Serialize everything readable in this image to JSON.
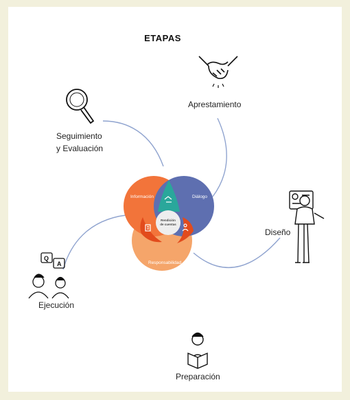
{
  "title": "ETAPAS",
  "stages": {
    "apresto": "Aprestamiento",
    "seguimiento_1": "Seguimiento",
    "seguimiento_2": "y Evaluación",
    "diseno": "Diseño",
    "ejecucion": "Ejecución",
    "preparacion": "Preparación"
  },
  "venn": {
    "informacion": "Información",
    "dialogo": "Diálogo",
    "responsabilidad": "Responsabilidad",
    "center_1": "Rendición",
    "center_2": "de cuentas"
  },
  "bubbles": {
    "q": "Q",
    "a": "A"
  },
  "colors": {
    "informacion": "#f2743a",
    "dialogo": "#5e6fb0",
    "responsabilidad": "#f5a56a",
    "overlap_top": "#2aa79b",
    "overlap_side": "#e24b1c",
    "connector": "#8fa3cf"
  }
}
